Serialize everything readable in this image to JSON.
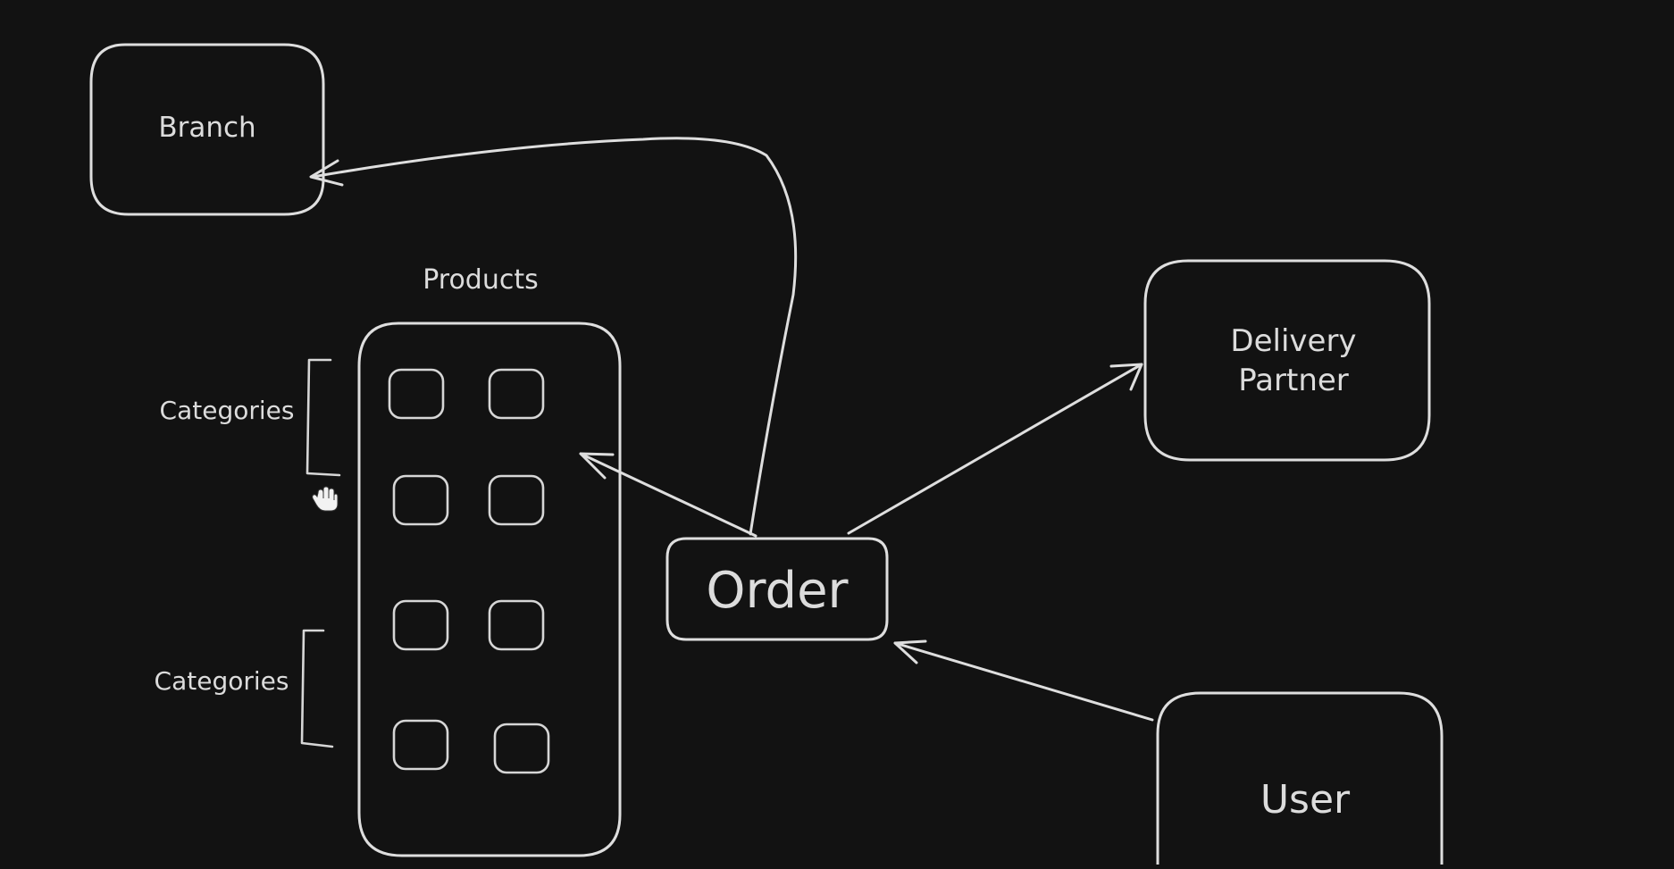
{
  "diagram": {
    "nodes": {
      "branch": {
        "label": "Branch"
      },
      "products": {
        "title": "Products",
        "item_count": 8
      },
      "order": {
        "label": "Order"
      },
      "delivery_partner": {
        "label_line1": "Delivery",
        "label_line2": "Partner"
      },
      "user": {
        "label": "User"
      }
    },
    "groups": [
      {
        "label": "Categories"
      },
      {
        "label": "Categories"
      }
    ],
    "edges": [
      {
        "from": "order",
        "to": "branch"
      },
      {
        "from": "order",
        "to": "products"
      },
      {
        "from": "order",
        "to": "delivery_partner"
      },
      {
        "from": "user",
        "to": "order"
      }
    ],
    "cursor_icon": "hand-grab-icon"
  }
}
